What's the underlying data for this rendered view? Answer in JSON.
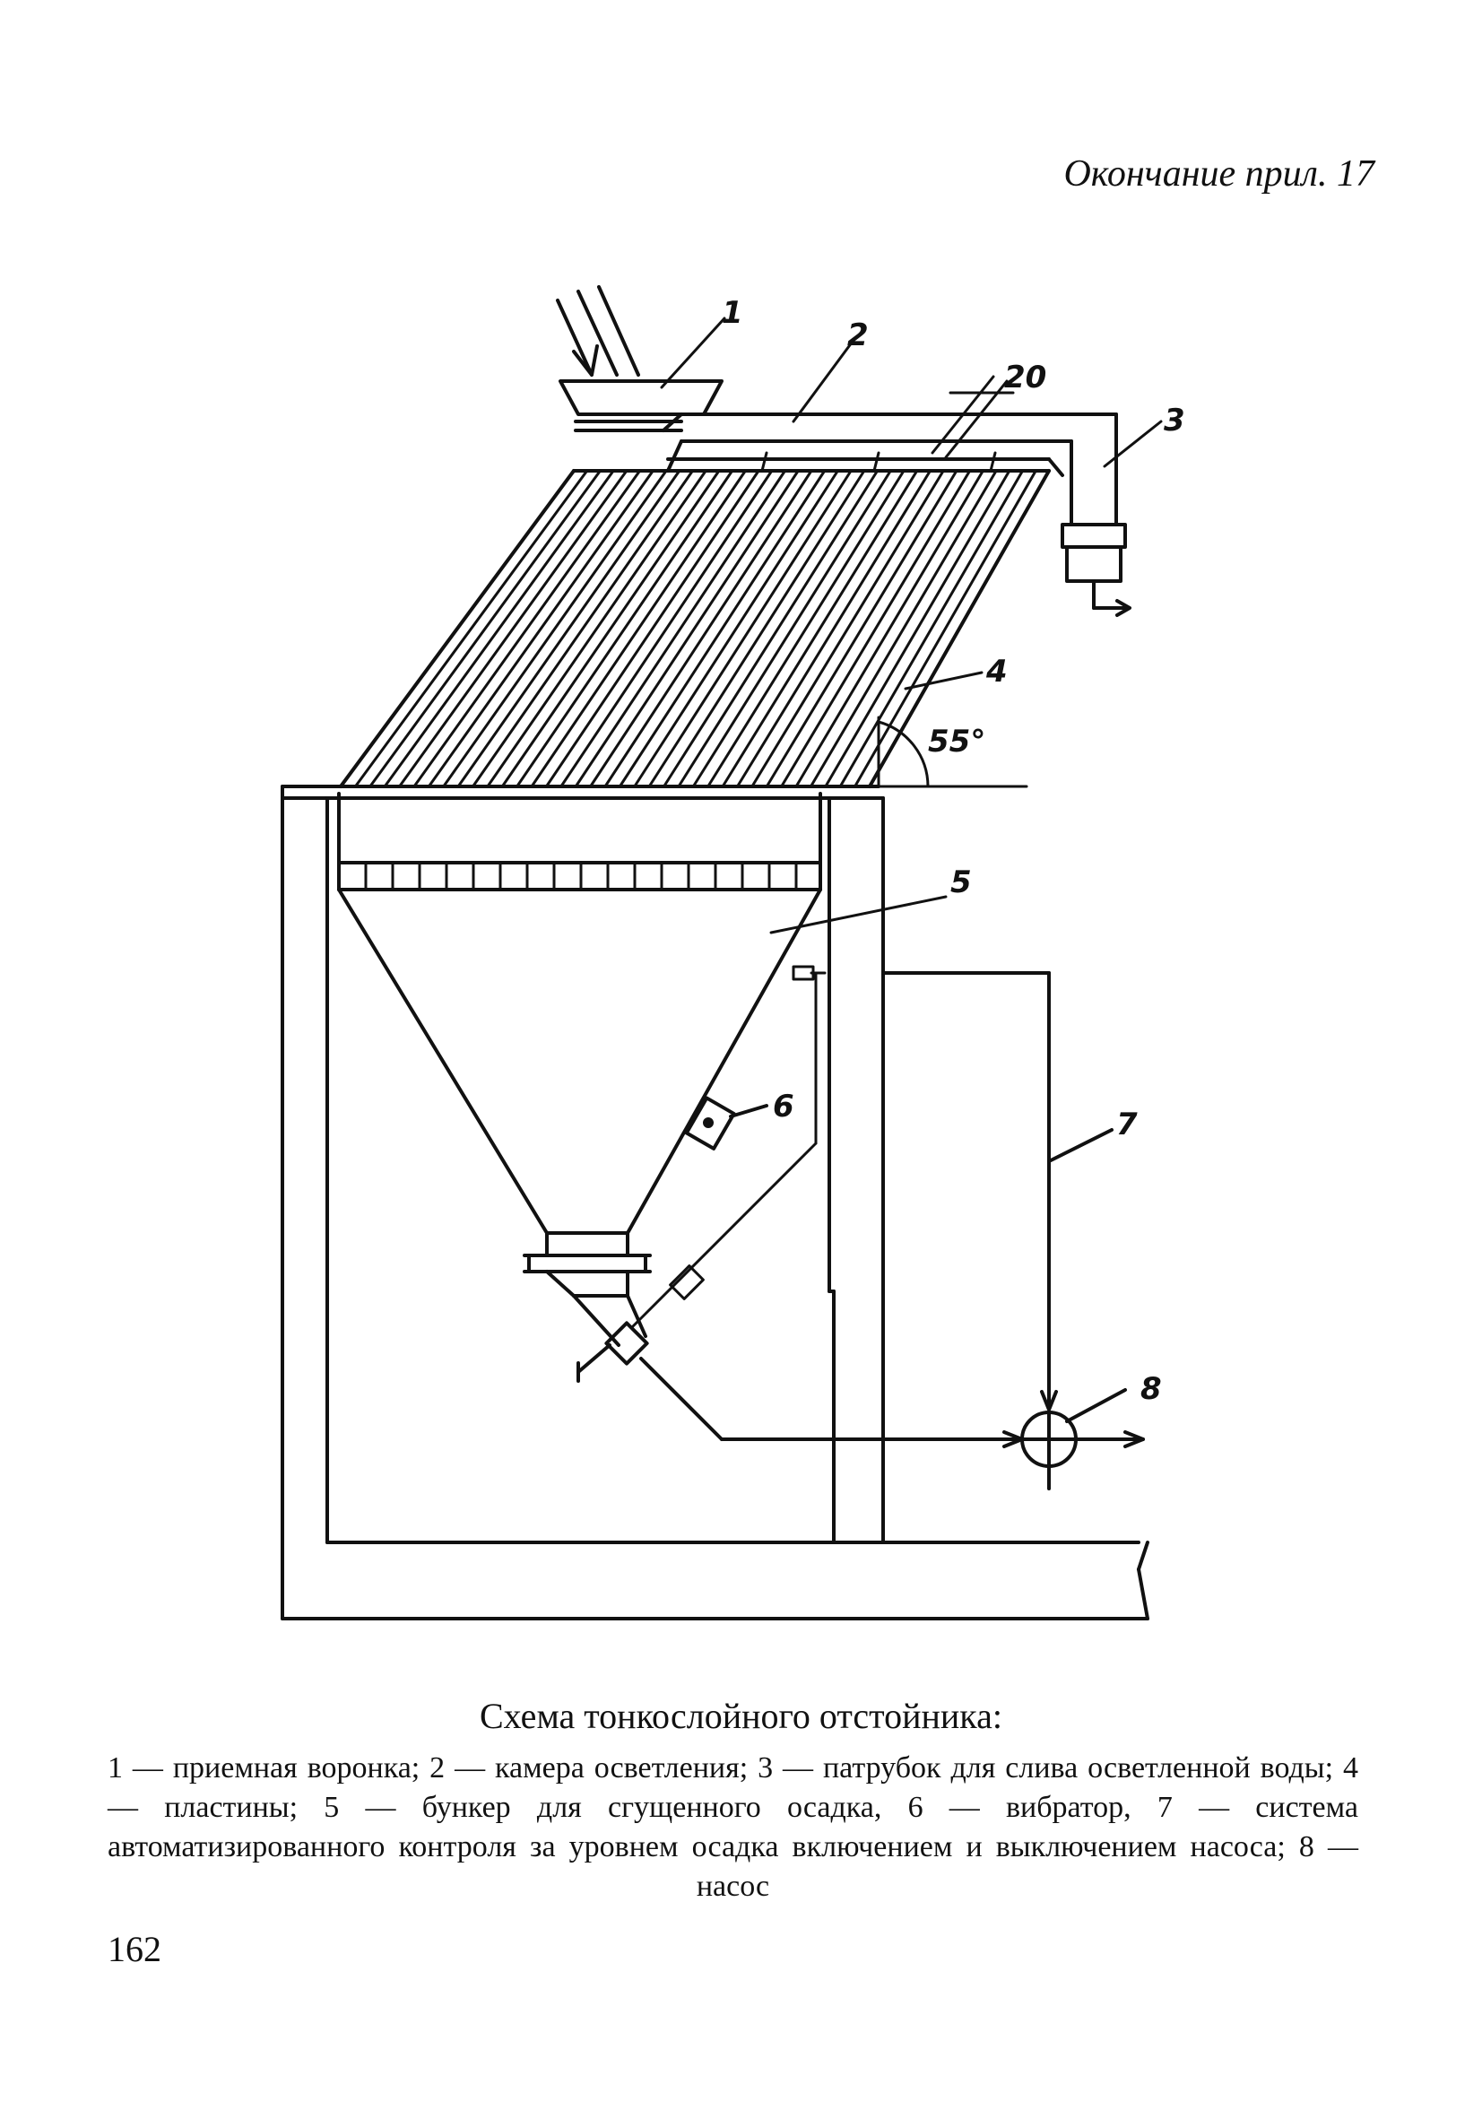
{
  "header": {
    "note": "Окончание прил. 17"
  },
  "figure": {
    "labels": {
      "l1": "1",
      "l2": "2",
      "l3": "3",
      "l4": "4",
      "l5": "5",
      "l6": "6",
      "l7": "7",
      "l8": "8",
      "dim20": "20",
      "angle": "55°"
    }
  },
  "caption": {
    "title": "Схема тонкослойного отстойника:",
    "text": "1 — приемная воронка; 2 — камера осветления; 3 — патрубок для слива осветленной воды; 4 — пластины; 5 — бункер для сгущенного осадка, 6 — вибратор, 7 — система автоматизированного контроля за уровнем осадка включением и выключением насоса; 8 — насос"
  },
  "page_number": "162"
}
